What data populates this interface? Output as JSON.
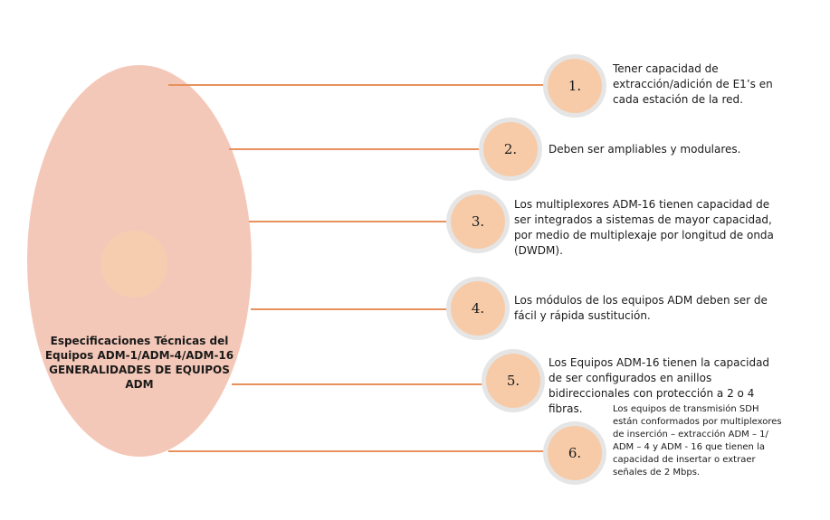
{
  "main": {
    "title": "Especificaciones Técnicas del Equipos ADM-1/ADM-4/ADM-16 GENERALIDADES DE EQUIPOS ADM"
  },
  "items": [
    {
      "number": "1.",
      "text": "Tener capacidad de extracción/adición de E1’s en cada estación de la red."
    },
    {
      "number": "2.",
      "text": "Deben ser ampliables y modulares."
    },
    {
      "number": "3.",
      "text": "Los multiplexores ADM-16 tienen capacidad de ser integrados a sistemas de mayor capacidad, por medio de multiplexaje por longitud de onda (DWDM)."
    },
    {
      "number": "4.",
      "text": "Los módulos de los equipos ADM deben ser de fácil y rápida sustitución."
    },
    {
      "number": "5.",
      "text": "Los Equipos ADM-16 tienen la capacidad de ser configurados en anillos bidireccionales con protección a 2 o 4 fibras."
    },
    {
      "number": "6.",
      "text": "Los equipos de transmisión SDH están conformados por multiplexores de inserción – extracción ADM – 1/ ADM – 4 y ADM - 16 que tienen la capacidad de insertar o extraer señales de 2 Mbps."
    }
  ],
  "colors": {
    "ellipse": "#f4c8b8",
    "connector": "#e8915d",
    "node_fill": "#f7cba8",
    "node_ring": "#e5e5e5"
  }
}
